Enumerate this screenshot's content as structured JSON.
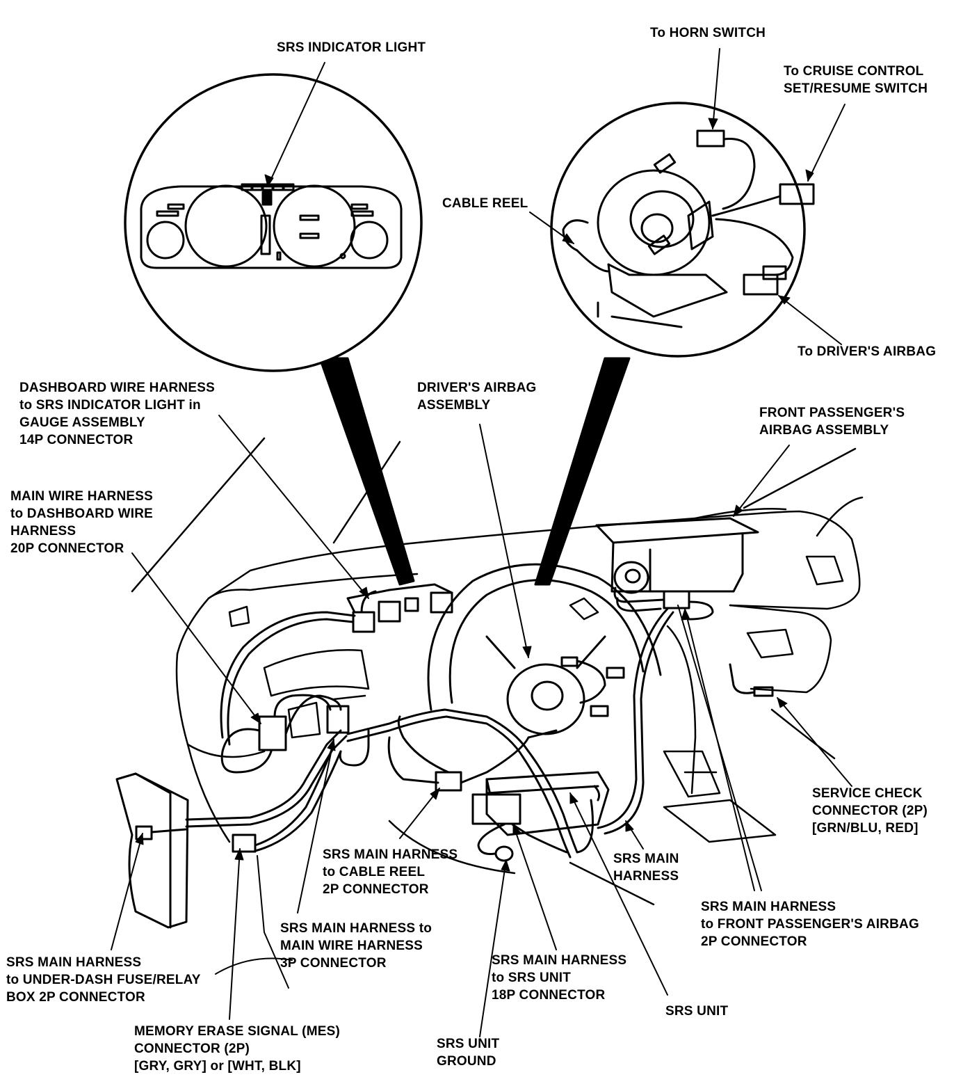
{
  "labels": {
    "srs_indicator_light": "SRS INDICATOR LIGHT",
    "to_horn_switch": "To HORN SWITCH",
    "to_cruise_control": "To CRUISE CONTROL\nSET/RESUME SWITCH",
    "cable_reel": "CABLE REEL",
    "to_drivers_airbag": "To DRIVER'S AIRBAG",
    "dashboard_harness_14p": "DASHBOARD WIRE HARNESS\nto SRS INDICATOR LIGHT in\nGAUGE ASSEMBLY\n14P CONNECTOR",
    "drivers_airbag_assembly": "DRIVER'S AIRBAG\nASSEMBLY",
    "front_passenger_airbag_assembly": "FRONT PASSENGER'S\nAIRBAG ASSEMBLY",
    "main_harness_20p": "MAIN WIRE HARNESS\nto DASHBOARD WIRE\nHARNESS\n20P CONNECTOR",
    "service_check_connector": "SERVICE CHECK\nCONNECTOR (2P)\n[GRN/BLU, RED]",
    "srs_main_harness": "SRS MAIN\nHARNESS",
    "srs_main_to_cable_reel": "SRS MAIN HARNESS\nto CABLE REEL\n2P CONNECTOR",
    "srs_main_to_front_passenger": "SRS MAIN HARNESS\nto FRONT PASSENGER'S AIRBAG\n2P CONNECTOR",
    "srs_main_to_main_wire_3p": "SRS MAIN HARNESS to\nMAIN WIRE HARNESS\n3P CONNECTOR",
    "srs_main_to_fuse_relay": "SRS MAIN HARNESS\nto UNDER-DASH FUSE/RELAY\nBOX 2P CONNECTOR",
    "srs_main_to_srs_unit_18p": "SRS MAIN HARNESS\nto SRS UNIT\n18P CONNECTOR",
    "srs_unit": "SRS UNIT",
    "mes_connector": "MEMORY ERASE SIGNAL (MES)\nCONNECTOR (2P)\n[GRY, GRY] or [WHT, BLK]",
    "srs_unit_ground": "SRS UNIT\nGROUND"
  },
  "colors": {
    "ink": "#000000",
    "paper": "#ffffff"
  },
  "icons": {
    "instrument_cluster": "gauge-cluster-icon",
    "cable_reel_detail": "cable-reel-icon"
  }
}
